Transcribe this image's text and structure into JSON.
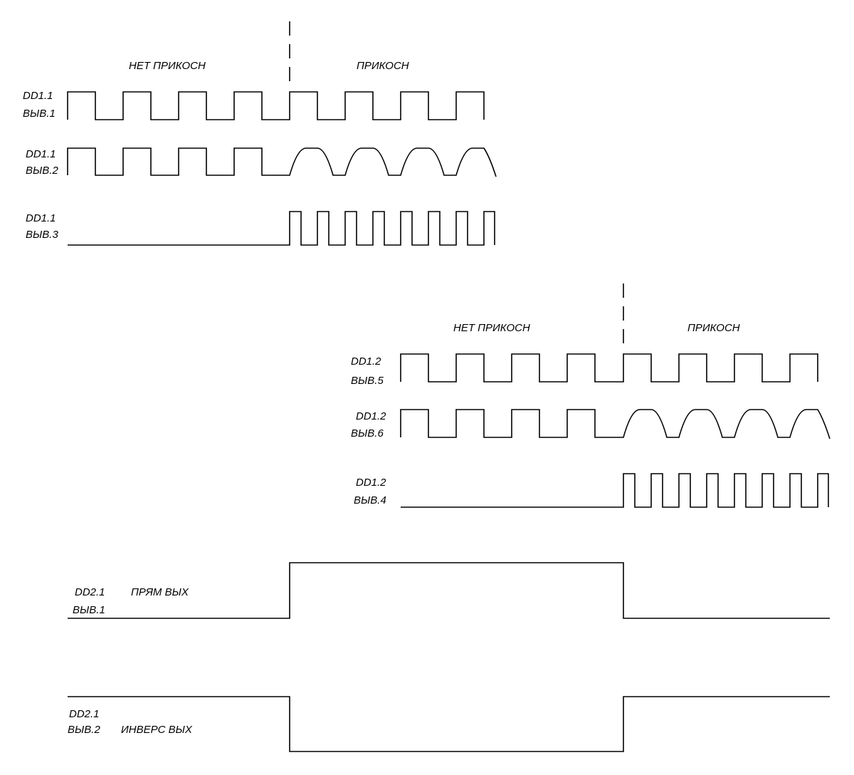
{
  "sections": {
    "dd1_1": {
      "no_touch": "НЕТ ПРИКОСН",
      "touch": "ПРИКОСН"
    },
    "dd1_2": {
      "no_touch": "НЕТ ПРИКОСН",
      "touch": "ПРИКОСН"
    }
  },
  "signals": {
    "dd1_1_pin1": {
      "chip": "DD1.1",
      "pin": "ВЫВ.1"
    },
    "dd1_1_pin2": {
      "chip": "DD1.1",
      "pin": "ВЫВ.2"
    },
    "dd1_1_pin3": {
      "chip": "DD1.1",
      "pin": "ВЫВ.3"
    },
    "dd1_2_pin5": {
      "chip": "DD1.2",
      "pin": "ВЫВ.5"
    },
    "dd1_2_pin6": {
      "chip": "DD1.2",
      "pin": "ВЫВ.6"
    },
    "dd1_2_pin4": {
      "chip": "DD1.2",
      "pin": "ВЫВ.4"
    },
    "dd2_1_pin1": {
      "chip": "DD2.1",
      "pin": "ВЫВ.1",
      "desc": "ПРЯМ ВЫХ"
    },
    "dd2_1_pin2": {
      "chip": "DD2.1",
      "pin": "ВЫВ.2",
      "desc": "ИНВЕРС ВЫХ"
    }
  },
  "colors": {
    "line": "#000000",
    "background": "#ffffff"
  }
}
